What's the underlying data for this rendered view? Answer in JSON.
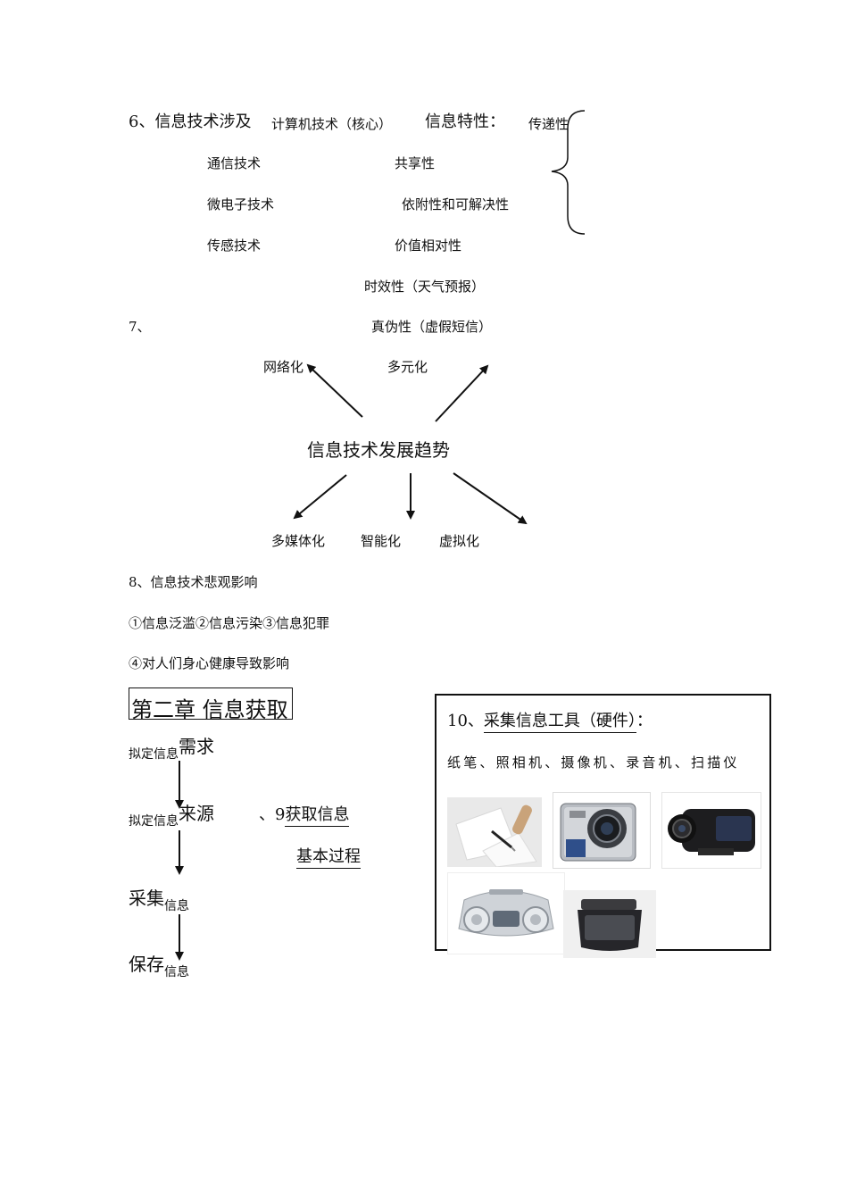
{
  "s6": {
    "prefix": "6、信息技术涉及",
    "techs": [
      "计算机技术（核心）",
      "通信技术",
      "微电子技术",
      "传感技术"
    ],
    "feature_title": "信息特性：",
    "features": [
      "传递性",
      "共享性",
      "依附性和可解决性",
      "价值相对性",
      "时效性（天气预报）",
      "真伪性（虚假短信）"
    ]
  },
  "s7": {
    "number": "7、",
    "center": "信息技术发展趋势",
    "trends": [
      "网络化",
      "多元化",
      "多媒体化",
      "智能化",
      "虚拟化"
    ]
  },
  "s8": {
    "title": "8、信息技术悲观影响",
    "line1": "①信息泛滥②信息污染③信息犯罪",
    "line2": "④对人们身心健康导致影响"
  },
  "chapter": {
    "title": "第二章 信息获取"
  },
  "flow": {
    "step1_small": "拟定信息",
    "step1_big": "需求",
    "step2_small": "拟定信息",
    "step2_big": "来源",
    "step3_big": "采集",
    "step3_small": "信息",
    "step4_big": "保存",
    "step4_small": "信息"
  },
  "s9": {
    "prefix": "、9",
    "line1": "获取信息",
    "line2": "基本过程"
  },
  "s10": {
    "prefix": "10、",
    "title": "采集信息工具（硬件）",
    "suffix": "：",
    "tools": "纸笔、照相机、摄像机、录音机、扫描仪"
  }
}
